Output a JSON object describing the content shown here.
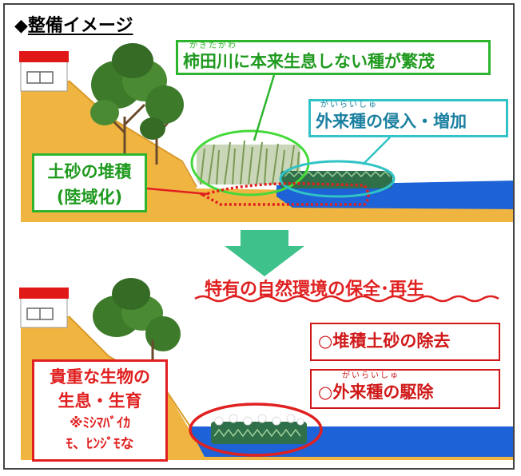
{
  "title": {
    "marker": "◆",
    "text": "整備イメージ"
  },
  "top": {
    "label_invasive_native": {
      "ruby": "かきたがわ",
      "text": "柿田川に本来生息しない種が繁茂"
    },
    "label_alien": {
      "ruby": "がいらいしゅ",
      "text": "外来種の侵入・増加"
    },
    "label_sediment": {
      "line1": "土砂の堆積",
      "line2": "(陸域化)"
    }
  },
  "bottom": {
    "goal": "特有の自然環境の保全･再生",
    "action1": "○堆積土砂の除去",
    "action2": {
      "ruby": "がいらいしゅ",
      "text": "○外来種の駆除"
    },
    "species": {
      "line1": "貴重な生物の",
      "line2": "生息・生育",
      "line3": "※ﾐｼﾏﾊﾞｲｶ",
      "line4": "ﾓ、ﾋﾝｼﾞﾓな"
    }
  },
  "colors": {
    "ground": "#f0b541",
    "water": "#1d62d6",
    "arrow": "#3ec18a",
    "red": "#e02020",
    "green": "#2db52d",
    "cyan": "#31c3c6"
  }
}
